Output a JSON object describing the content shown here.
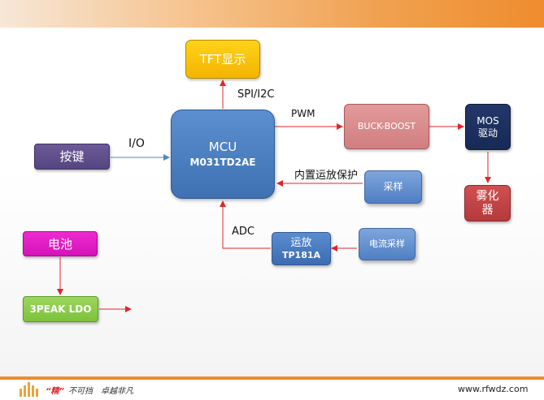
{
  "blocks": {
    "tft": "TFT显示",
    "mcu_line1": "MCU",
    "mcu_line2": "M031TD2AE",
    "buck_boost": "BUCK-BOOST",
    "mos_line1": "MOS",
    "mos_line2": "驱动",
    "atomizer_line1": "雾化",
    "atomizer_line2": "器",
    "sampling": "采样",
    "key": "按键",
    "opamp_line1": "运放",
    "opamp_line2": "TP181A",
    "current_sampling": "电流采样",
    "battery": "电池",
    "ldo": "3PEAK LDO"
  },
  "labels": {
    "spi_i2c": "SPI/I2C",
    "pwm": "PWM",
    "io": "I/O",
    "opamp_protect": "内置运放保护",
    "adc": "ADC"
  },
  "footer": {
    "slogan_quote": "“精”",
    "slogan_rest": "不可挡",
    "slogan_2": "卓越非凡",
    "url": "www.rfwdz.com"
  },
  "colors": {
    "arrow_red": "#e0262a",
    "arrow_blue": "#4f86c6",
    "mcu_blue": "#4f81bd",
    "accent_orange": "#ef8c2e"
  }
}
